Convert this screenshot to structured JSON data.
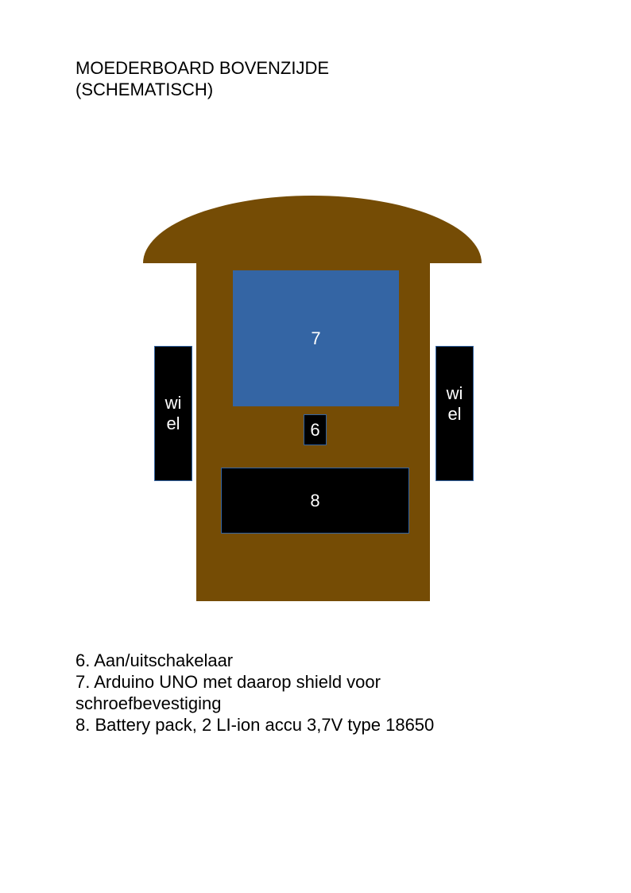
{
  "title": {
    "line1": "MOEDERBOARD BOVENZIJDE",
    "line2": "(SCHEMATISCH)"
  },
  "diagram": {
    "board_color": "#754c05",
    "arduino_color": "#3465a4",
    "component_color": "#000000",
    "arduino_label": "7",
    "switch_label": "6",
    "battery_label": "8",
    "wheel_left": {
      "line1": "wi",
      "line2": "el"
    },
    "wheel_right": {
      "line1": "wi",
      "line2": "el"
    }
  },
  "legend": [
    "6. Aan/uitschakelaar",
    "7. Arduino UNO met daarop shield voor schroefbevestiging",
    "8. Battery pack, 2 LI-ion accu 3,7V type 18650"
  ]
}
